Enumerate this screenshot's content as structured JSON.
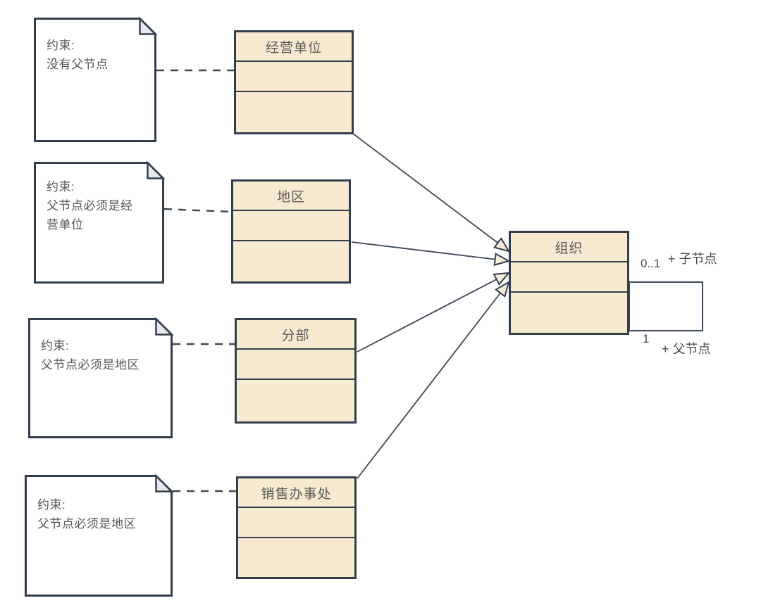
{
  "diagram_title": "UML class diagram - organization hierarchy",
  "colors": {
    "class_fill": "#f8e9d1",
    "shape_stroke": "#333e4c",
    "connector_stroke": "#3d4957",
    "note_fill": "#ffffff",
    "fold_fill": "#e6e9ed",
    "text": "#565656",
    "background": "#ffffff"
  },
  "notes": [
    {
      "lines": [
        "约束:",
        "没有父节点"
      ]
    },
    {
      "lines": [
        "约束:",
        "父节点必须是经",
        "营单位"
      ]
    },
    {
      "lines": [
        "约束:",
        "父节点必须是地区"
      ]
    },
    {
      "lines": [
        "约束:",
        "父节点必须是地区"
      ]
    }
  ],
  "classes": [
    {
      "name": "经营单位"
    },
    {
      "name": "地区"
    },
    {
      "name": "分部"
    },
    {
      "name": "销售办事处"
    },
    {
      "name": "组织"
    }
  ],
  "association_labels": {
    "child_multiplicity": "0..1",
    "child_role": "+ 子节点",
    "parent_multiplicity": "1",
    "parent_role": "+ 父节点"
  }
}
